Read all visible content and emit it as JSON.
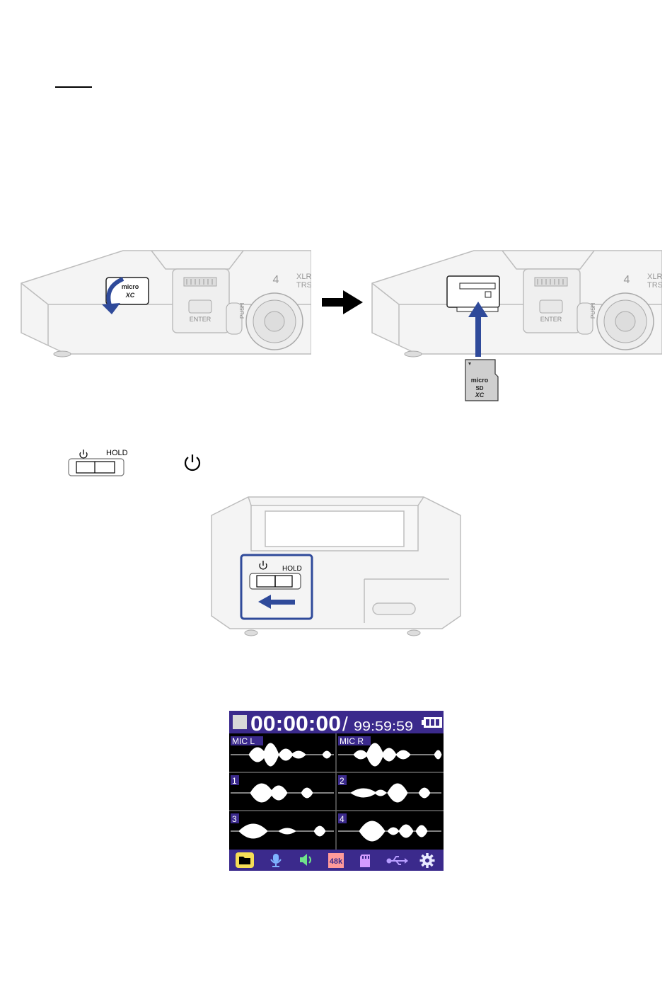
{
  "device_labels": {
    "xlr": "XLR",
    "trs": "TRS",
    "channel": "4",
    "enter": "ENTER",
    "push": "PUSH",
    "hold": "HOLD",
    "micro": "micro",
    "sd": "SD",
    "xc": "XC"
  },
  "lcd": {
    "timecode": "00:00:00",
    "separator": "/",
    "remaining": "99:59:59",
    "tracks": [
      {
        "label": "MIC L"
      },
      {
        "label": "MIC R"
      },
      {
        "label": "1"
      },
      {
        "label": "2"
      },
      {
        "label": "3"
      },
      {
        "label": "4"
      }
    ],
    "bottom_icons": [
      {
        "name": "folder-icon",
        "color": "#f6dd56"
      },
      {
        "name": "microphone-icon",
        "color": "#7fb3ff"
      },
      {
        "name": "speaker-icon",
        "color": "#6fe38a"
      },
      {
        "name": "sample-rate-icon",
        "label": "48k",
        "color": "#ff9a9a"
      },
      {
        "name": "sd-card-icon",
        "color": "#d49cff"
      },
      {
        "name": "usb-icon",
        "color": "#b79cff"
      },
      {
        "name": "gear-icon",
        "color": "#e9e9ff"
      }
    ],
    "colors": {
      "header": "#3b2a8c",
      "background": "#000000",
      "wave": "#ffffff",
      "label_bg": "#3b2a8c"
    }
  },
  "accent": "#2f4a9a"
}
